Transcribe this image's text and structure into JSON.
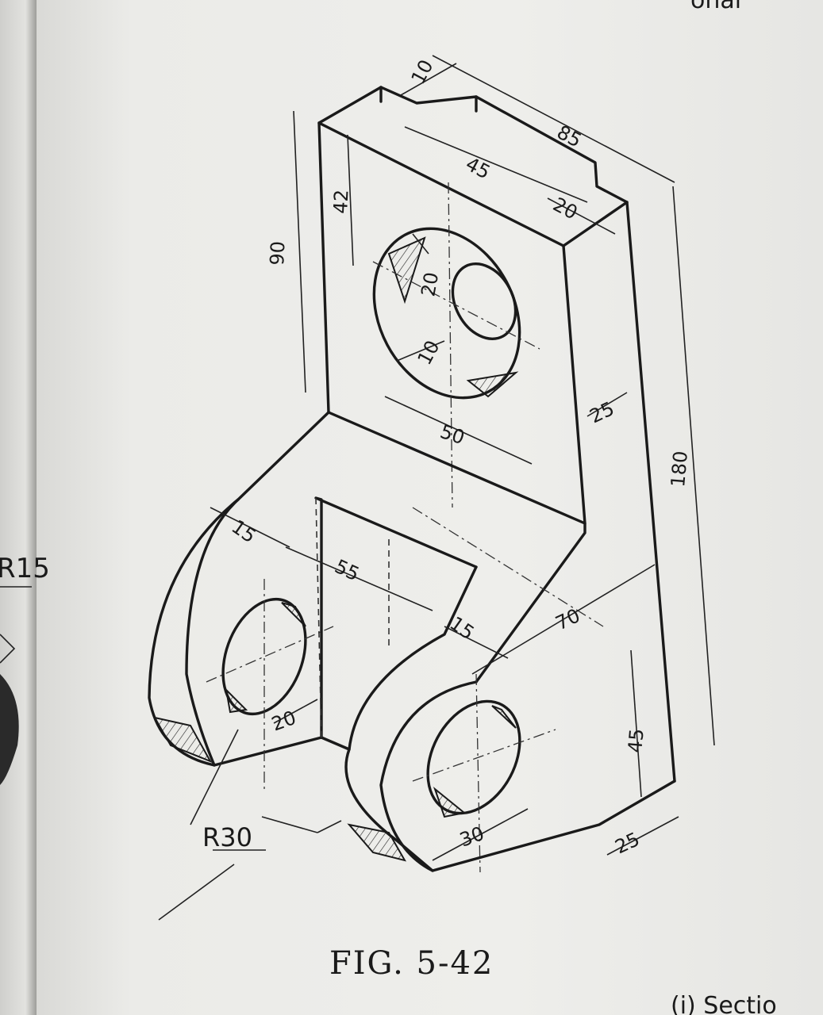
{
  "header_partial": "onal",
  "margin_label": "R15",
  "dimensions": {
    "d10": "10",
    "d85": "85",
    "d45_top": "45",
    "d20_top": "20",
    "d90": "90",
    "d42": "42",
    "d20_boss": "20",
    "d10_boss": "10",
    "d50": "50",
    "d25_mid": "25",
    "d180": "180",
    "d15_left": "15",
    "d55": "55",
    "d15_right": "15",
    "d70": "70",
    "d20_lug": "20",
    "d45_low": "45",
    "r30": "R30",
    "d30": "30",
    "d25_base": "25"
  },
  "caption": "FIG. 5-42",
  "footer_partial": "(i) Sectio"
}
